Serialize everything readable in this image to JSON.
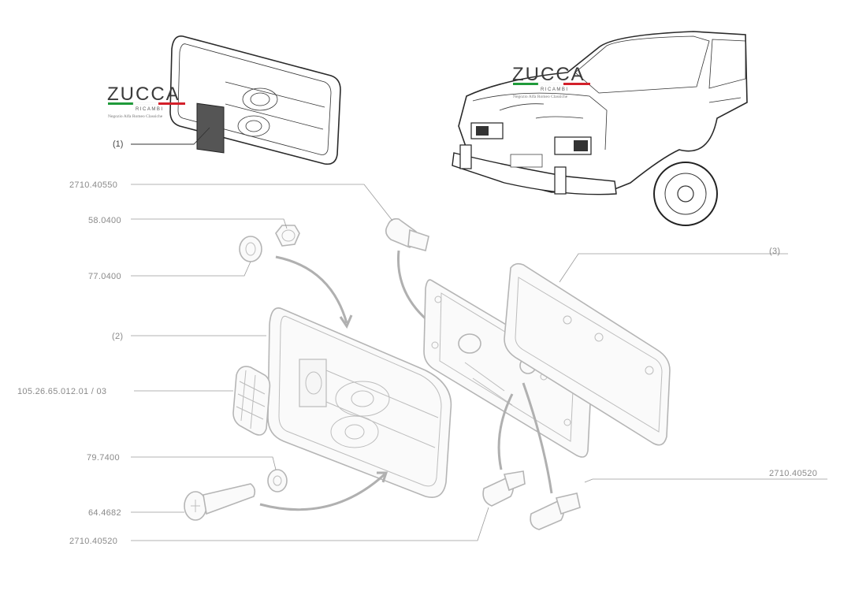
{
  "logos": [
    {
      "name": "ZUCCA",
      "sub": "RICAMBI",
      "tagline": "Negozio Alfa Romeo Classiche"
    },
    {
      "name": "ZUCCA",
      "sub": "RICAMBI",
      "tagline": "Negozio Alfa Romeo Classiche"
    }
  ],
  "callouts": {
    "item1": "(1)",
    "item2": "(2)",
    "item3": "(3)"
  },
  "part_numbers": {
    "bulb_top": "2710.40550",
    "nut": "58.0400",
    "washer_top": "77.0400",
    "reflector": "105.26.65.012.01 / 03",
    "washer_bottom": "79.7400",
    "screw": "64.4682",
    "bulb_bottom_left": "2710.40520",
    "bulb_bottom_right": "2710.40520"
  },
  "colors": {
    "flag_green": "#1f9a3a",
    "flag_white": "#ffffff",
    "flag_red": "#d3202a",
    "label_grey": "#8a8a8a"
  }
}
